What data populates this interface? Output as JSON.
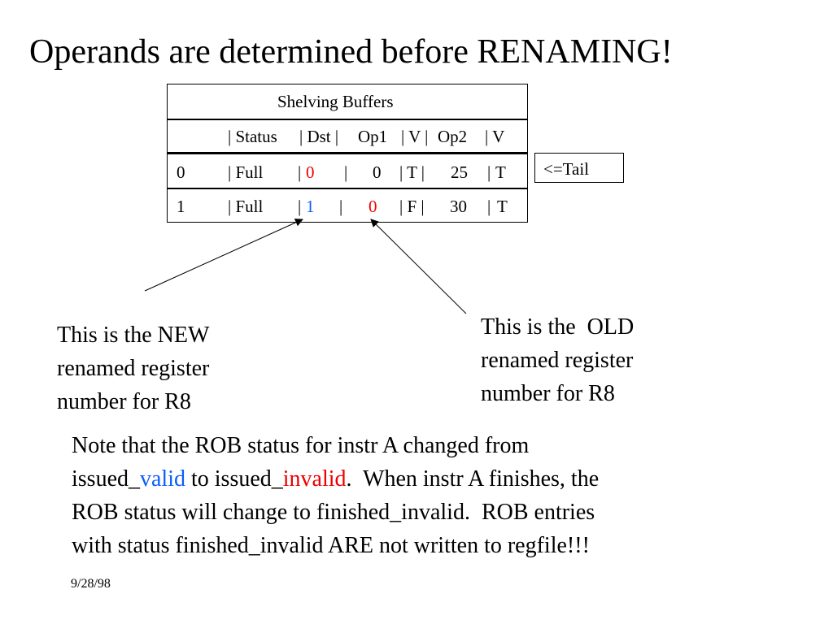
{
  "title": "Operands are determined before RENAMING!",
  "table": {
    "caption": "Shelving Buffers",
    "header": [
      "| Status",
      "| Dst |",
      "Op1",
      "| V |",
      "Op2",
      "| V"
    ],
    "rows": [
      {
        "idx": "0",
        "status": "| Full",
        "dst_bar": "|",
        "dst": "0",
        "bar2": "|",
        "op1": "0",
        "v1": "| T |",
        "op2": "25",
        "bar3": "|",
        "v2": "T"
      },
      {
        "idx": "1",
        "status": "| Full",
        "dst_bar": "|",
        "dst": "1",
        "bar2": "|",
        "op1": "0",
        "v1": "| F |",
        "op2": "30",
        "bar3": "|",
        "v2": "T"
      }
    ]
  },
  "tail_label": "<=Tail",
  "callout_new": [
    "This is the NEW",
    "renamed register",
    "number for R8"
  ],
  "callout_old": [
    "This is the  OLD",
    "renamed register",
    "number for R8"
  ],
  "note": {
    "l1": "Note that the ROB status for instr A changed from",
    "l2a": "issued_",
    "l2b": "valid",
    "l2c": " to issued_",
    "l2d": "invalid",
    "l2e": ".  When instr A finishes, the",
    "l3": "ROB status will change to finished_invalid.  ROB entries",
    "l4": "with status finished_invalid ARE not written to regfile!!!"
  },
  "date": "9/28/98",
  "colors": {
    "red": "#ee0000",
    "blue": "#0a5cff"
  }
}
